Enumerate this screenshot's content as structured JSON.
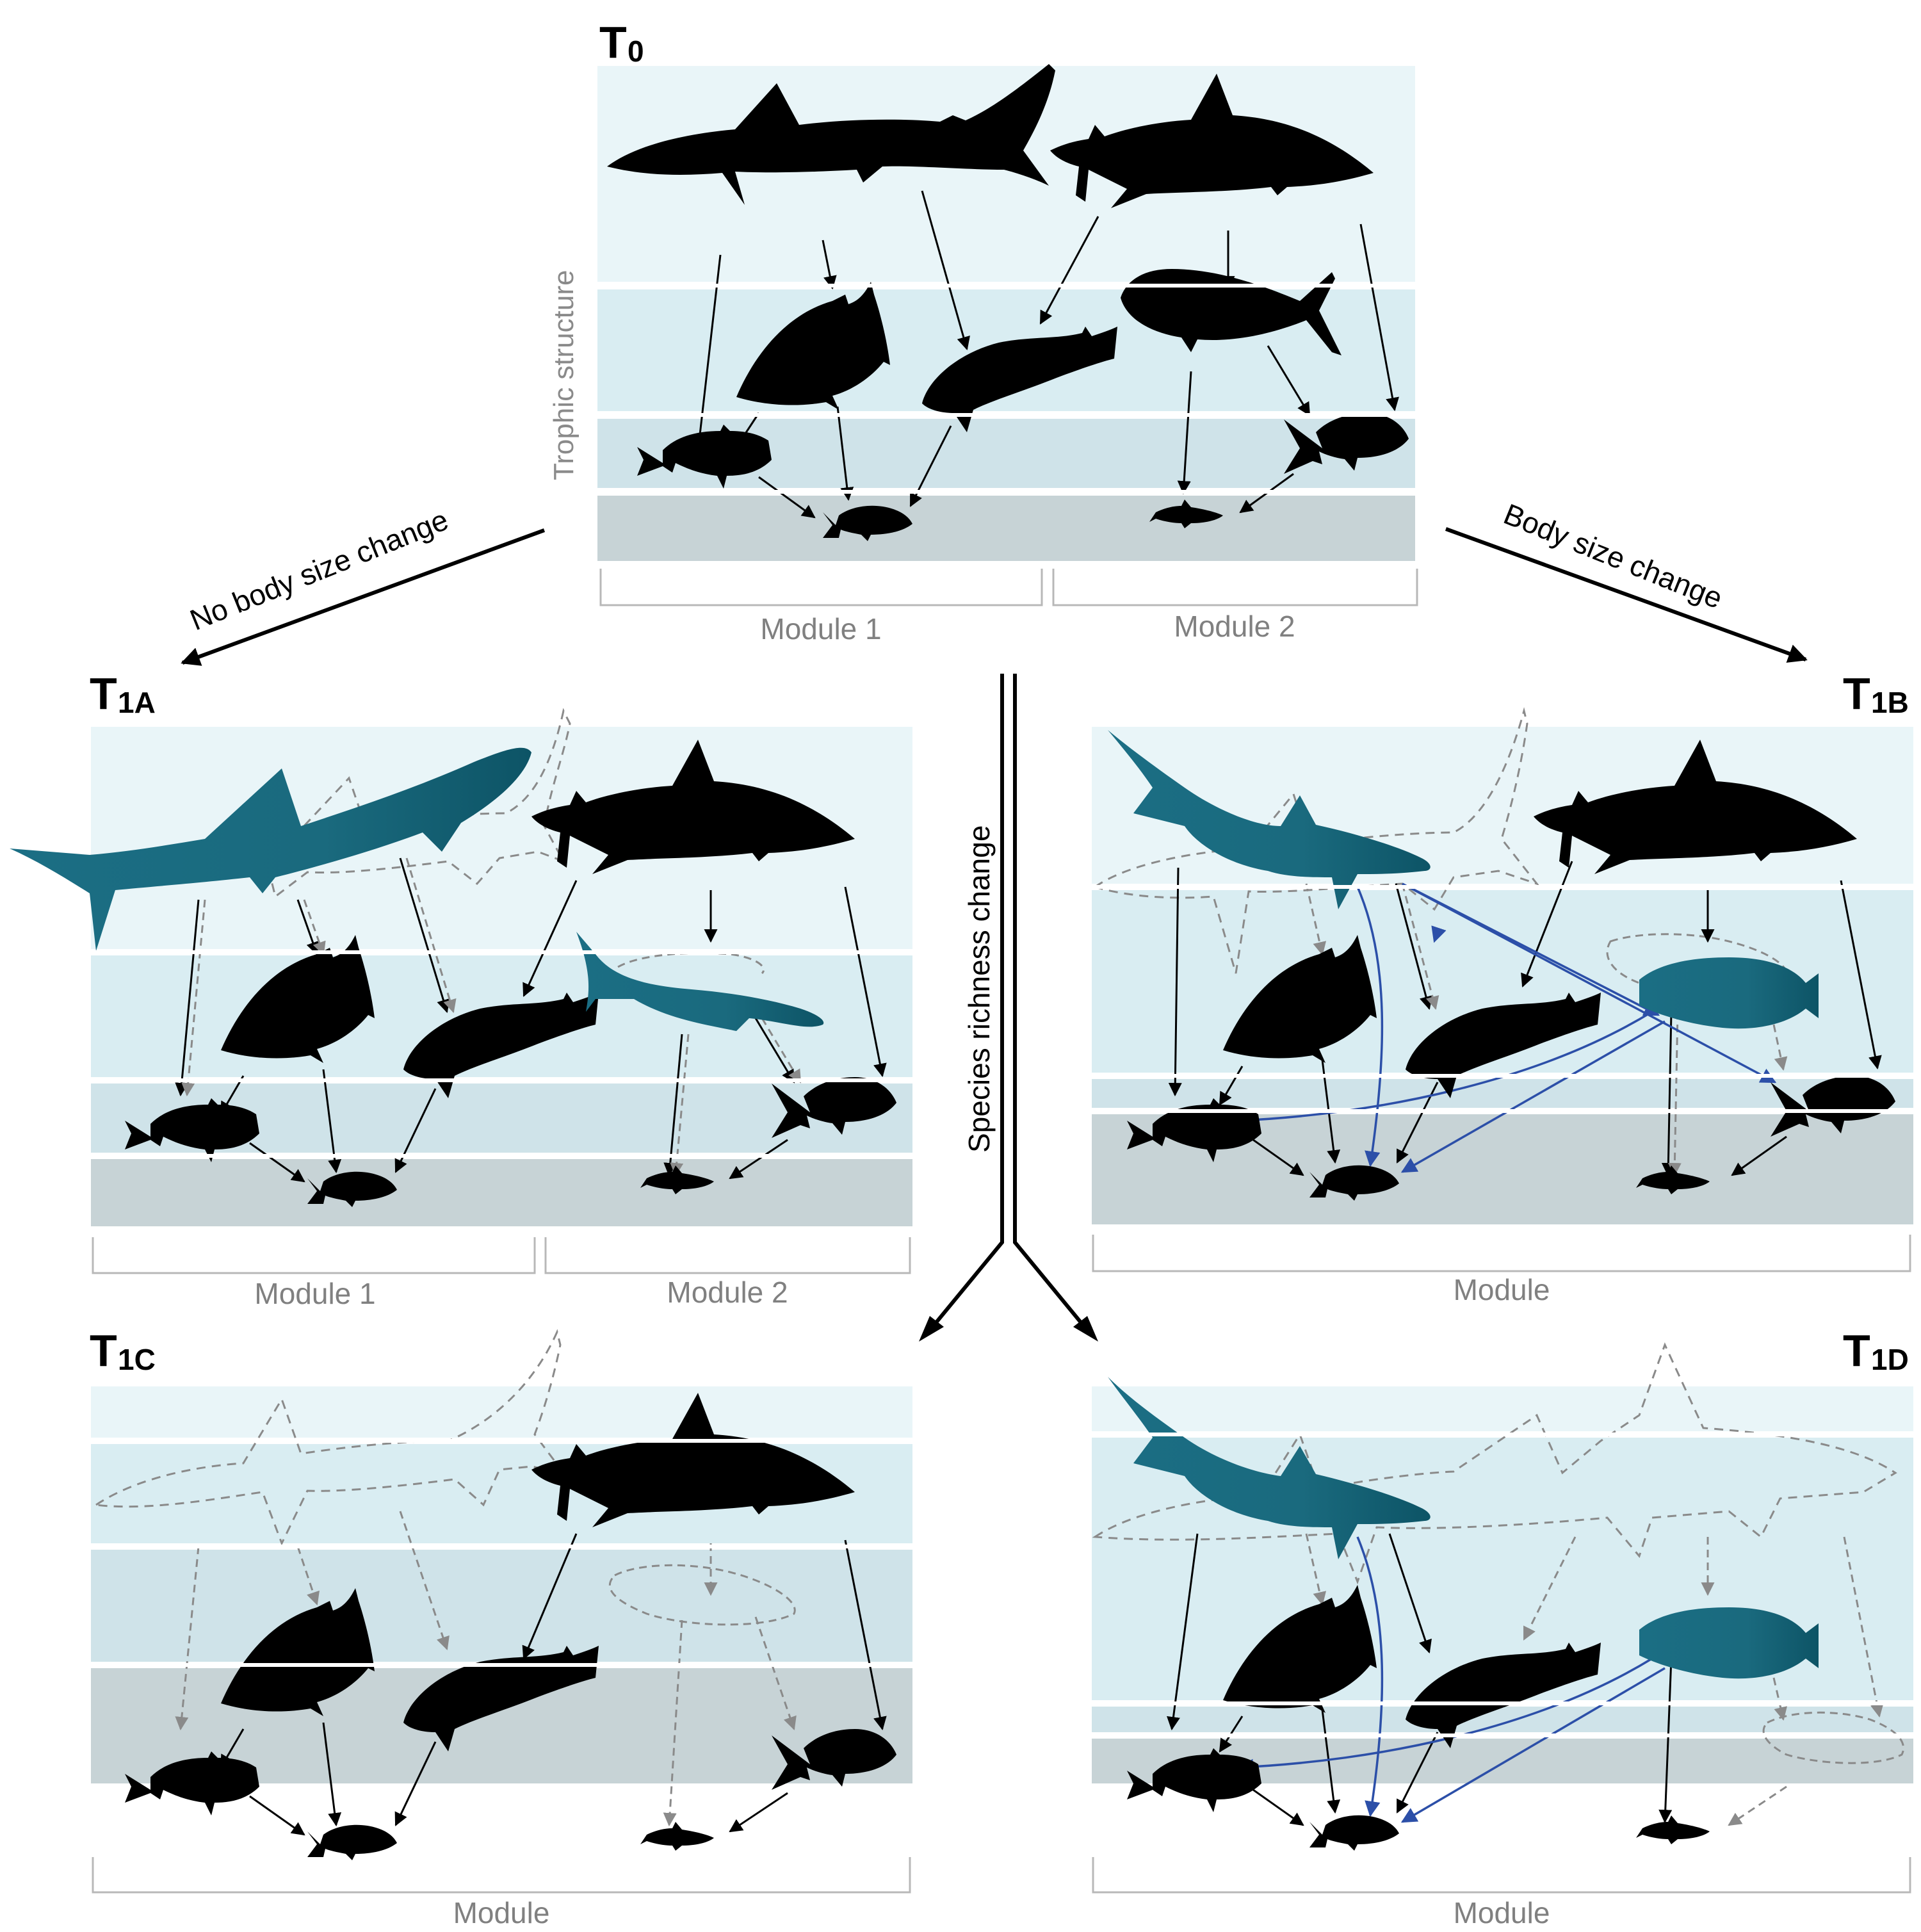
{
  "panels": {
    "t0": {
      "label_main": "T",
      "label_sub": "0",
      "modules": [
        "Module 1",
        "Module 2"
      ]
    },
    "t1a": {
      "label_main": "T",
      "label_sub": "1A",
      "modules": [
        "Module 1",
        "Module 2"
      ]
    },
    "t1b": {
      "label_main": "T",
      "label_sub": "1B",
      "modules": [
        "Module"
      ]
    },
    "t1c": {
      "label_main": "T",
      "label_sub": "1C",
      "modules": [
        "Module"
      ]
    },
    "t1d": {
      "label_main": "T",
      "label_sub": "1D",
      "modules": [
        "Module"
      ]
    }
  },
  "axis_label": "Trophic structure",
  "transitions": {
    "no_body_size": "No body size change",
    "body_size": "Body size change",
    "species_richness": "Species richness change"
  },
  "colors": {
    "band_top": "#e9f5f8",
    "band_mid1": "#d9edf2",
    "band_mid2": "#cfe3e9",
    "band_bottom": "#c7d3d6",
    "silhouette": "#000000",
    "new_species": "#1a6c80",
    "new_link": "#2c4fa8",
    "lost_outline": "#8a8a8a"
  }
}
